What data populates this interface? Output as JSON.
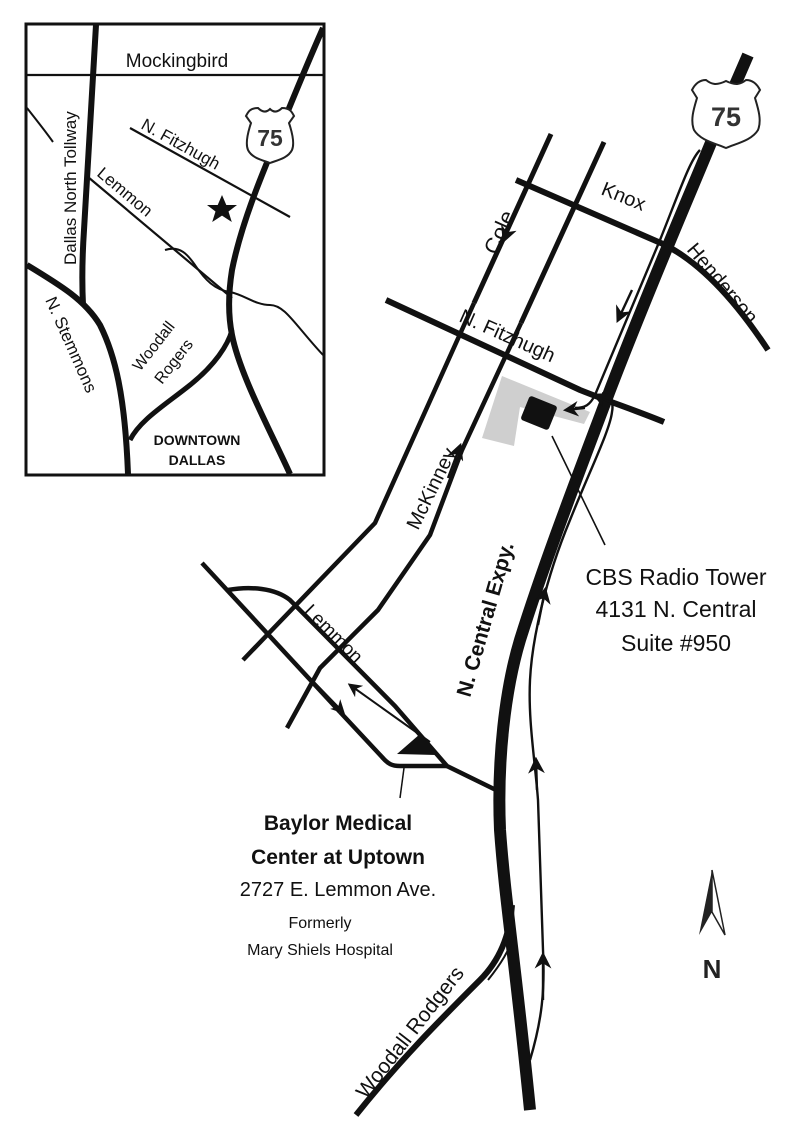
{
  "colors": {
    "ink": "#111111",
    "lot": "#cfcfcf",
    "background": "#ffffff",
    "shield_text": "#333333"
  },
  "inset_map": {
    "roads": {
      "mockingbird": "Mockingbird",
      "dallas_north_tollway": "Dallas North Tollway",
      "n_fitzhugh": "N. Fitzhugh",
      "lemmon": "Lemmon",
      "n_stemmons": "N. Stemmons",
      "woodall": "Woodall",
      "rogers": "Rogers"
    },
    "highway_shield": "75",
    "area_label_line1": "DOWNTOWN",
    "area_label_line2": "DALLAS",
    "marker": "star"
  },
  "main_map": {
    "highway_shield": "75",
    "roads": {
      "knox": "Knox",
      "henderson": "Henderson",
      "cole": "Cole",
      "n_fitzhugh": "N. Fitzhugh",
      "mckinney": "McKinney",
      "lemmon": "Lemmon",
      "n_central_expy": "N. Central Expy.",
      "woodall_rodgers": "Woodall Rodgers"
    },
    "destination": {
      "name": "CBS Radio Tower",
      "address": "4131 N. Central",
      "suite": "Suite #950"
    },
    "landmark": {
      "name_line1": "Baylor Medical",
      "name_line2": "Center at Uptown",
      "address": "2727 E. Lemmon Ave.",
      "note_line1": "Formerly",
      "note_line2": "Mary Shiels Hospital"
    },
    "north_arrow_label": "N"
  }
}
